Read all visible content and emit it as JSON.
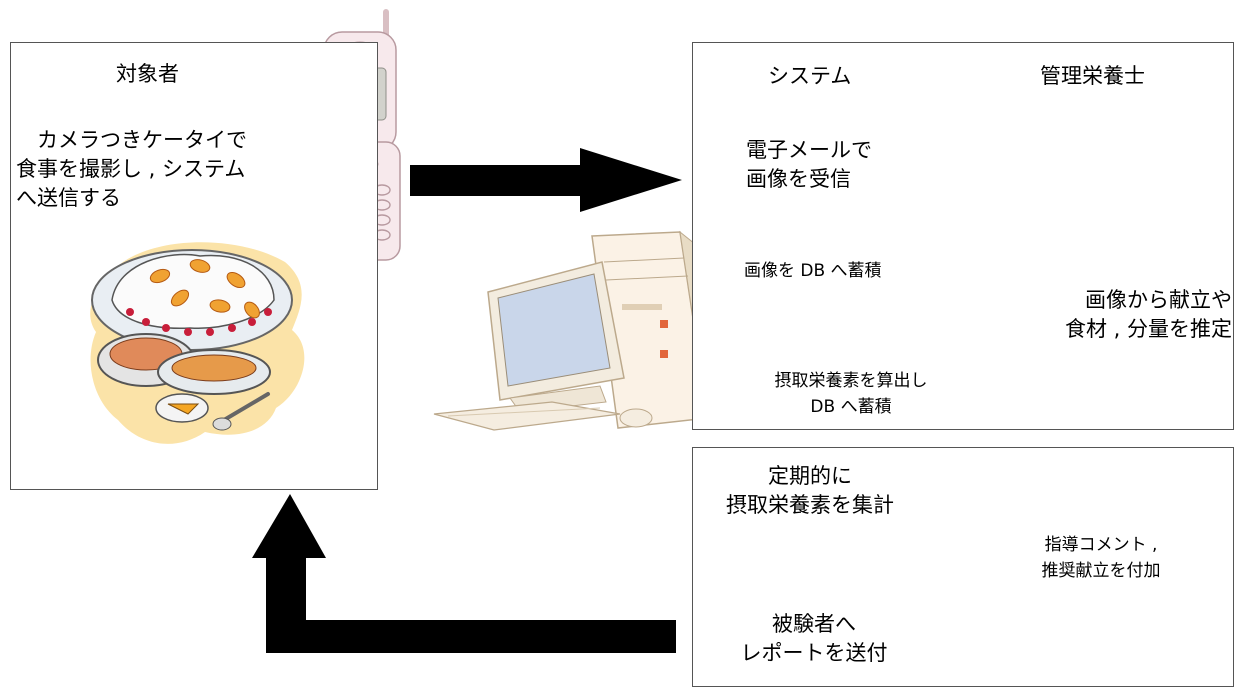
{
  "subject": {
    "title": "対象者",
    "description": "　カメラつきケータイで\n食事を撮影し , システム\nへ送信する"
  },
  "icons": {
    "phone": "mobile-phone-icon",
    "meal": "meal-plate-icon",
    "computer": "desktop-computer-icon",
    "flow_arrow": "gray-flow-arrow"
  },
  "top_panel": {
    "col_system": "システム",
    "col_dietitian": "管理栄養士",
    "receive_image": "電子メールで\n画像を受信",
    "store_image": "画像を DB へ蓄積",
    "estimate_menu": "画像から献立や\n食材 , 分量を推定",
    "calc_nutrients": "摂取栄養素を算出し\nDB へ蓄積"
  },
  "bottom_panel": {
    "aggregate": "定期的に\n摂取栄養素を集計",
    "add_comment": "指導コメント ,\n推奨献立を付加",
    "send_report": "被験者へ\nレポートを送付"
  },
  "colors": {
    "big_arrow": "#000000",
    "small_arrow": "#8c8c8c",
    "border": "#555555"
  }
}
